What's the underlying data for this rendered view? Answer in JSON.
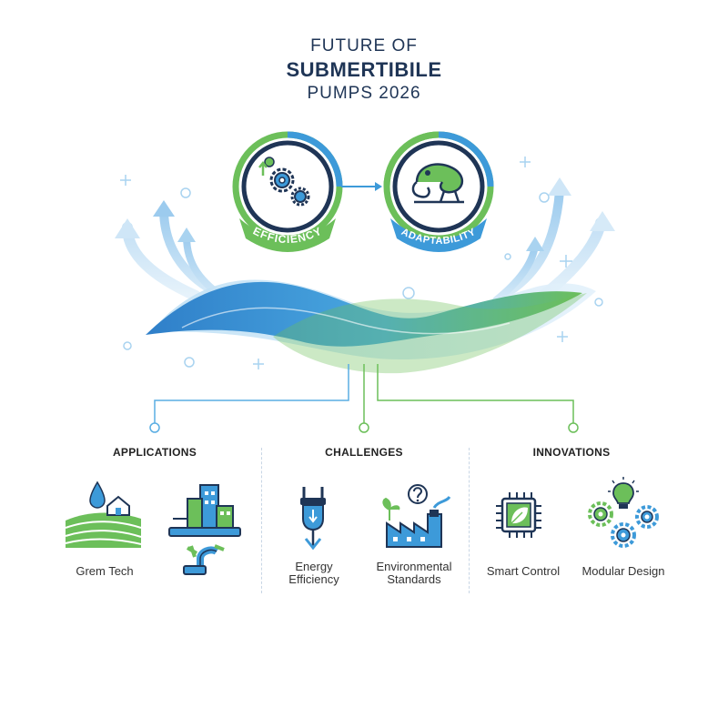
{
  "header": {
    "line1": "FUTURE OF",
    "line2": "SUBMERTIBILE",
    "line3": "PUMPS 2026"
  },
  "badges": [
    {
      "label": "EFFICIENCY",
      "icon": "gears-icon"
    },
    {
      "label": "ADAPTABILITY",
      "icon": "chameleon-icon"
    }
  ],
  "sections": [
    {
      "title": "APPLICATIONS",
      "items": [
        {
          "label": "Grem Tech",
          "icon": "farm-field-icon"
        },
        {
          "label": "",
          "icon": "city-pipes-icon"
        }
      ]
    },
    {
      "title": "CHALLENGES",
      "items": [
        {
          "label": "Energy Efficiency",
          "line1": "Energy",
          "line2": "Efficiency",
          "icon": "plug-icon"
        },
        {
          "label": "Environmental Standards",
          "line1": "Environmental",
          "line2": "Standards",
          "icon": "factory-icon"
        }
      ]
    },
    {
      "title": "INNOVATIONS",
      "items": [
        {
          "label": "Smart Control",
          "icon": "chip-leaf-icon"
        },
        {
          "label": "Modular Design",
          "icon": "gears-bulb-icon"
        }
      ]
    }
  ],
  "colors": {
    "navy": "#1f3556",
    "blue": "#3d9ad9",
    "lightblue": "#a9d3f0",
    "green": "#6cbf5a",
    "darkgreen": "#4a9a48"
  }
}
